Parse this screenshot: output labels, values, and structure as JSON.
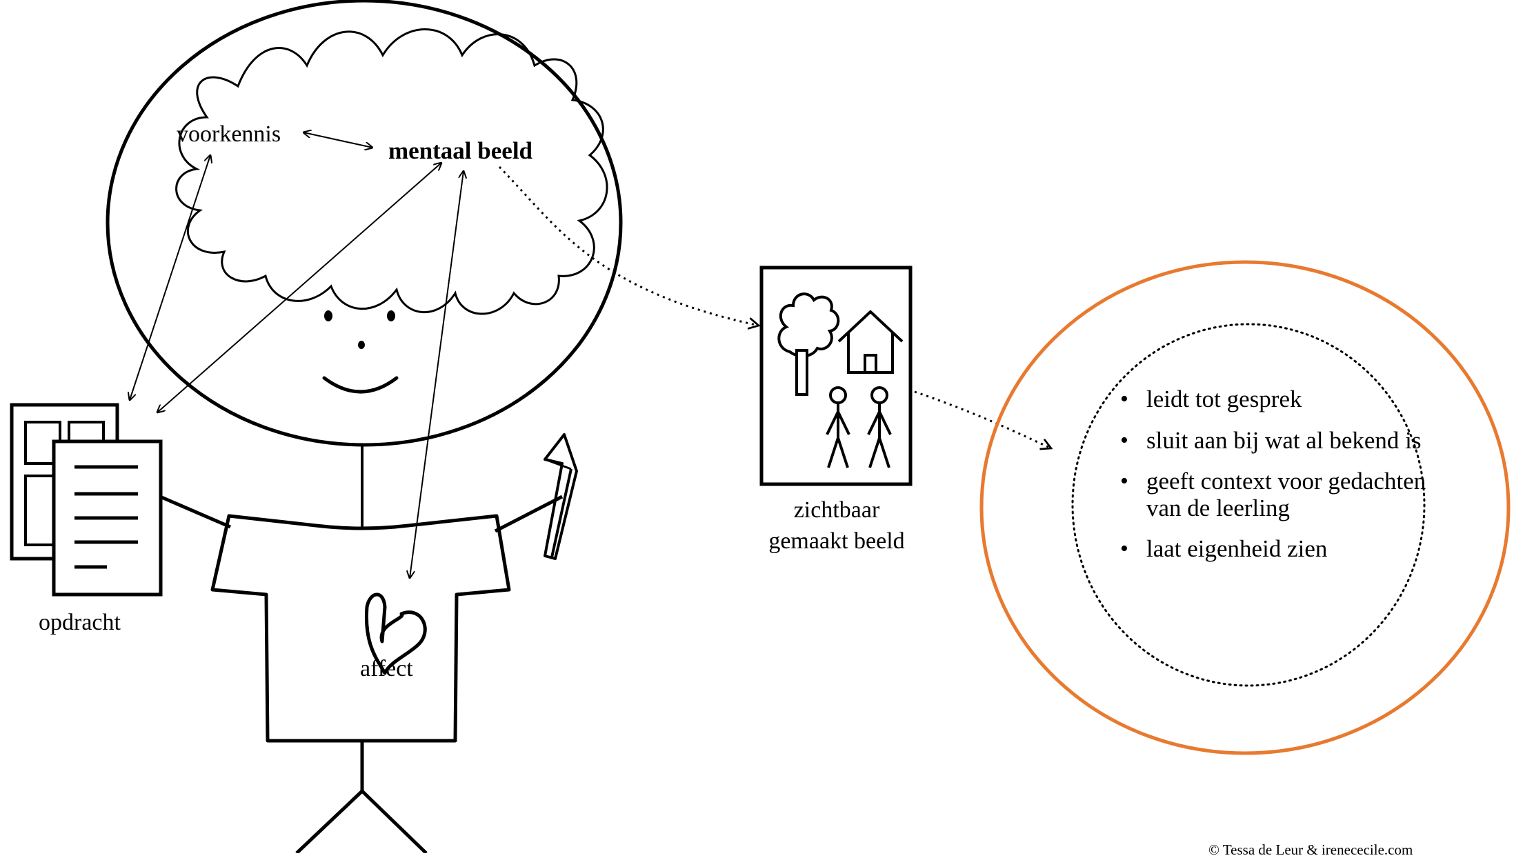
{
  "labels": {
    "voorkennis": "voorkennis",
    "mentaal_beeld": "mentaal beeld",
    "opdracht": "opdracht",
    "affect": "affect",
    "zichtbaar_line1": "zichtbaar",
    "zichtbaar_line2": "gemaakt beeld"
  },
  "bullets": [
    "leidt tot gesprek",
    "sluit aan bij wat al bekend is",
    "geeft context voor gedachten van de leerling",
    "laat eigenheid zien"
  ],
  "copyright": "© Tessa de Leur & irenececile.com",
  "colors": {
    "stroke": "#000000",
    "accent_circle": "#e87a30"
  },
  "icons": [
    "thought-cloud-icon",
    "stick-figure-icon",
    "document-icon",
    "pencil-icon",
    "heart-icon",
    "tree-icon",
    "house-icon",
    "people-icon"
  ]
}
